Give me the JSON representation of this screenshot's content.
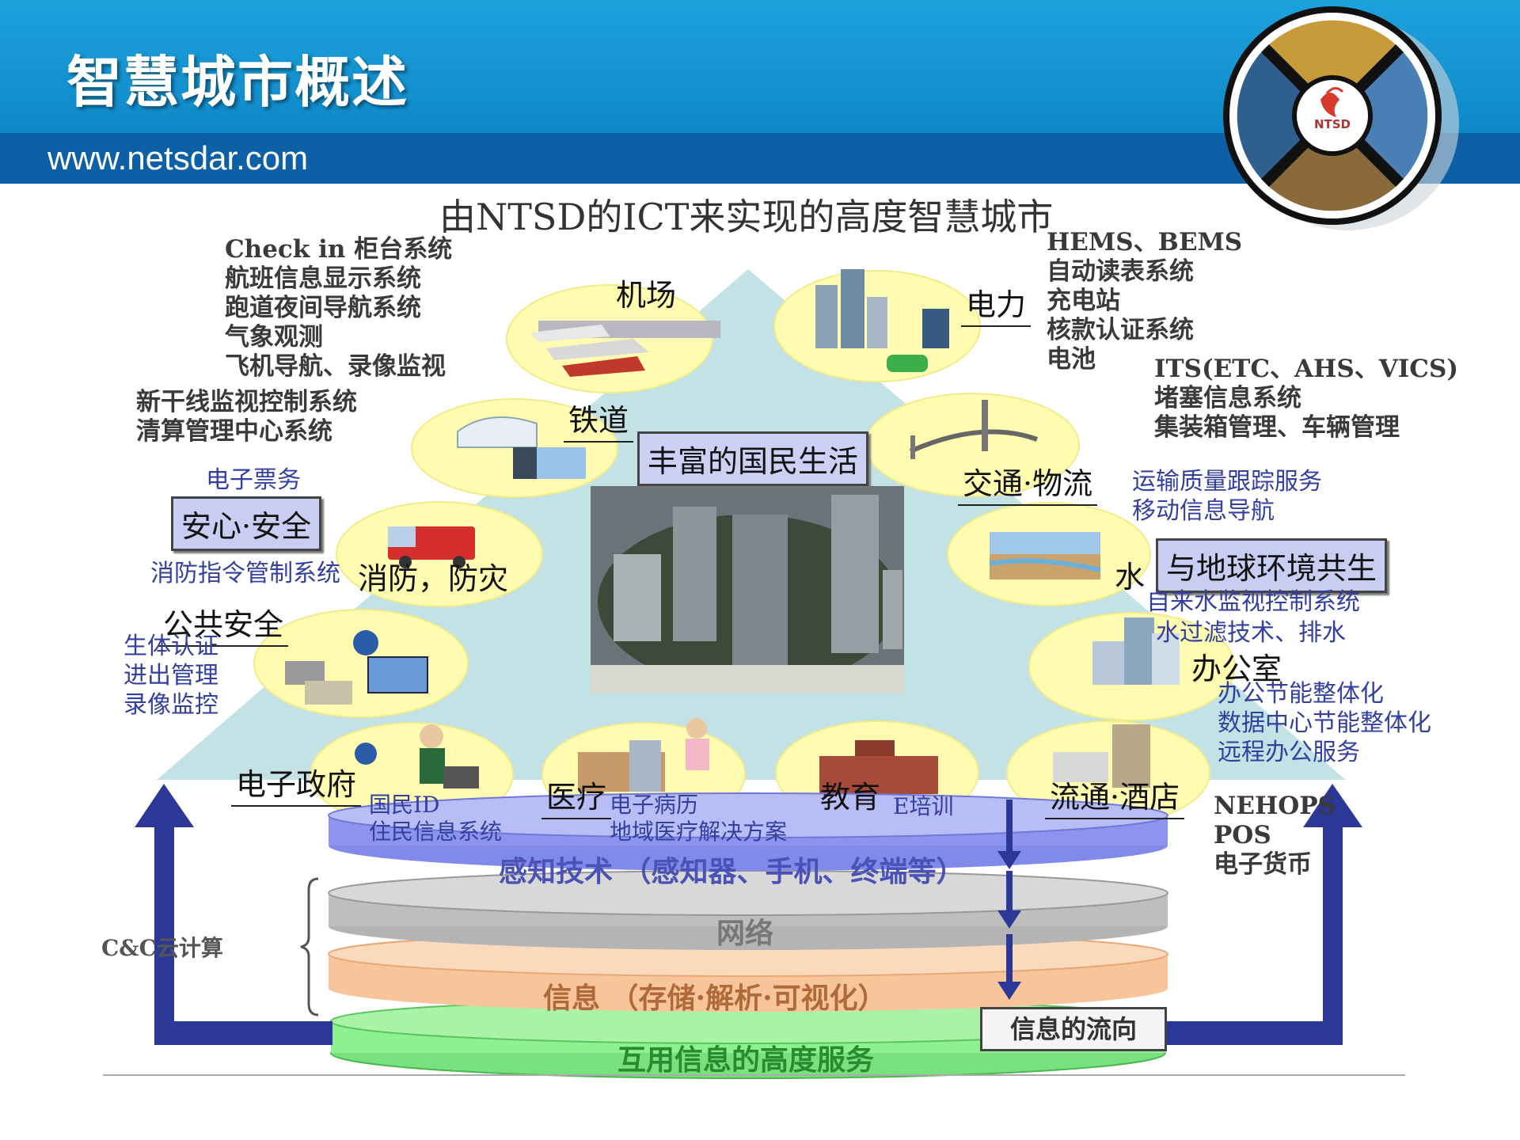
{
  "header": {
    "title": "智慧城市概述",
    "url": "www.netsdar.com",
    "logo_text": "NTSD"
  },
  "diagram": {
    "title": "由NTSD的ICT来实现的高度智慧城市",
    "center_label": "丰富的国民生活",
    "left_box": "安心·安全",
    "right_box": "与地球环境共生",
    "categories": {
      "airport": "机场",
      "power": "电力",
      "railway": "铁道",
      "traffic": "交通·物流",
      "fire": "消防，防灾",
      "water": "水",
      "public_safety": "公共安全",
      "office": "办公室",
      "egov": "电子政府",
      "medical": "医疗",
      "education": "教育",
      "retail": "流通·酒店"
    },
    "notes": {
      "airport": [
        "Check  in  柜台系统",
        "航班信息显示系统",
        "跑道夜间导航系统",
        "气象观测",
        "飞机导航、录像监视"
      ],
      "railway": [
        "新干线监视控制系统",
        "清算管理中心系统"
      ],
      "power": [
        "HEMS、BEMS",
        "自动读表系统",
        "充电站",
        "核款认证系统",
        "电池"
      ],
      "its": [
        "ITS(ETC、AHS、VICS)",
        "堵塞信息系统",
        "集装箱管理、车辆管理"
      ],
      "traffic": [
        "运输质量跟踪服务",
        "移动信息导航"
      ],
      "eticket": "电子票务",
      "fire": "消防指令管制系统",
      "public_safety": [
        "生体认证",
        "进出管理",
        "录像监控"
      ],
      "water": [
        "自来水监视控制系统",
        "水过滤技术、排水"
      ],
      "office": [
        "办公节能整体化",
        "数据中心节能整体化",
        "远程办公服务"
      ],
      "egov": [
        "国民ID",
        "住民信息系统"
      ],
      "medical": [
        "电子病历",
        "地域医疗解决方案"
      ],
      "education": "E培训",
      "retail": [
        "NEHOPS",
        "POS",
        "电子货币"
      ]
    },
    "layers": {
      "sensing": "感知技术   （感知器、手机、终端等）",
      "network": "网络",
      "info": "信息   （存储·解析·可视化）",
      "service": "互用信息的高度服务"
    },
    "cloud_label": "C&C云计算",
    "flow_label": "信息的流向"
  }
}
